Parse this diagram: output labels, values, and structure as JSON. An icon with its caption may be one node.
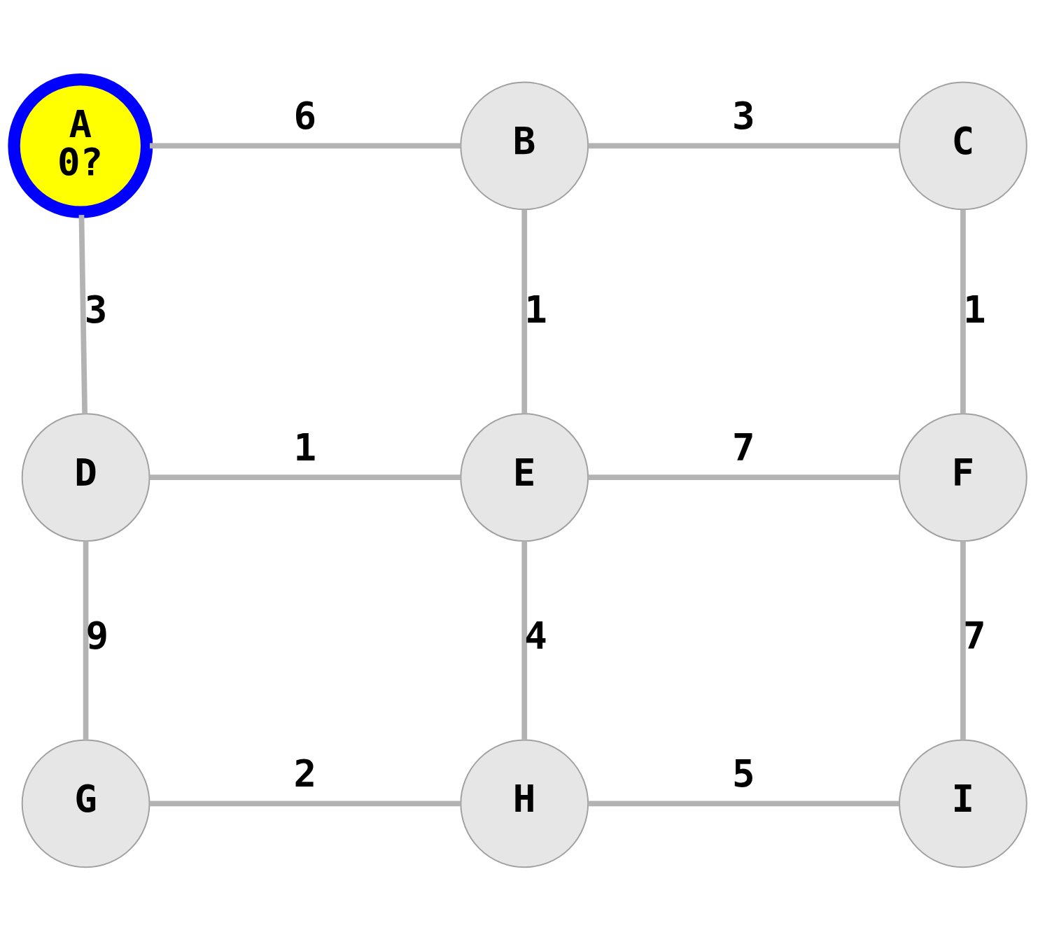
{
  "diagram": {
    "nodes": [
      {
        "text": [
          "A",
          "0?"
        ]
      },
      {
        "text": [
          "B"
        ]
      },
      {
        "text": [
          "C"
        ]
      },
      {
        "text": [
          "D"
        ]
      },
      {
        "text": [
          "E"
        ]
      },
      {
        "text": [
          "F"
        ]
      },
      {
        "text": [
          "G"
        ]
      },
      {
        "text": [
          "H"
        ]
      },
      {
        "text": [
          "I"
        ]
      }
    ],
    "edges": [
      {
        "from": 0,
        "to": 1,
        "arrow": "none",
        "label": "6"
      },
      {
        "from": 1,
        "to": 2,
        "arrow": "none",
        "label": "3"
      },
      {
        "from": 0,
        "to": 3,
        "arrow": "none",
        "label": "3"
      },
      {
        "from": 1,
        "to": 4,
        "arrow": "none",
        "label": "1"
      },
      {
        "from": 2,
        "to": 5,
        "arrow": "none",
        "label": "1"
      },
      {
        "from": 3,
        "to": 4,
        "arrow": "none",
        "label": "1"
      },
      {
        "from": 4,
        "to": 5,
        "arrow": "none",
        "label": "7"
      },
      {
        "from": 3,
        "to": 6,
        "arrow": "none",
        "label": "9"
      },
      {
        "from": 4,
        "to": 7,
        "arrow": "none",
        "label": "4"
      },
      {
        "from": 5,
        "to": 8,
        "arrow": "none",
        "label": "7"
      },
      {
        "from": 6,
        "to": 7,
        "arrow": "none",
        "label": "2"
      },
      {
        "from": 7,
        "to": 8,
        "arrow": "none",
        "label": "5"
      }
    ]
  }
}
